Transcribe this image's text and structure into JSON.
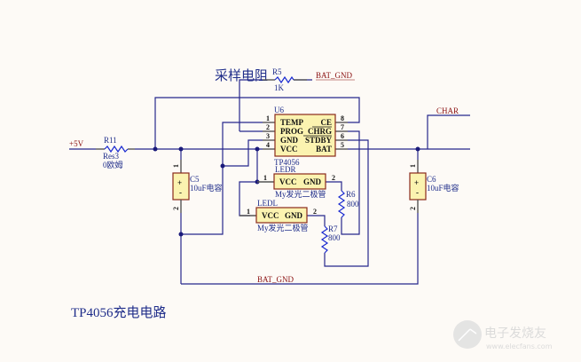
{
  "title": "TP4056充电电路",
  "sense_label": "采样电阻",
  "nets": {
    "vin": "+5V",
    "bat_gnd_top": "BAT_GND",
    "bat_gnd_bottom": "BAT_GND",
    "char": "CHAR"
  },
  "r5": {
    "ref": "R5",
    "value": "1K"
  },
  "r11": {
    "ref": "R11",
    "model": "Res3",
    "value": "0欧姆"
  },
  "u6": {
    "ref": "U6",
    "part": "TP4056",
    "left_pins": [
      {
        "num": "1",
        "name": "TEMP"
      },
      {
        "num": "2",
        "name": "PROG"
      },
      {
        "num": "3",
        "name": "GND"
      },
      {
        "num": "4",
        "name": "VCC"
      }
    ],
    "right_pins": [
      {
        "num": "8",
        "name": "CE"
      },
      {
        "num": "7",
        "name": "CHRG"
      },
      {
        "num": "6",
        "name": "STDBY"
      },
      {
        "num": "5",
        "name": "BAT"
      }
    ]
  },
  "c5": {
    "ref": "C5",
    "value": "10uF电容",
    "plus": "+",
    "minus": "-",
    "pin1": "1",
    "pin2": "2"
  },
  "c6": {
    "ref": "C6",
    "value": "10uF电容",
    "plus": "+",
    "minus": "-",
    "pin1": "1",
    "pin2": "2"
  },
  "ledr": {
    "ref": "LEDR",
    "vcc": "VCC",
    "gnd": "GND",
    "desc": "My发光二极管",
    "pin1": "1",
    "pin2": "2"
  },
  "ledl": {
    "ref": "LEDL",
    "vcc": "VCC",
    "gnd": "GND",
    "desc": "My发光二极管",
    "pin1": "1",
    "pin2": "2"
  },
  "r6": {
    "ref": "R6",
    "value": "800"
  },
  "r7": {
    "ref": "R7",
    "value": "800"
  },
  "watermark": {
    "cn": "电子发烧友",
    "url": "www.elecfans.com"
  }
}
